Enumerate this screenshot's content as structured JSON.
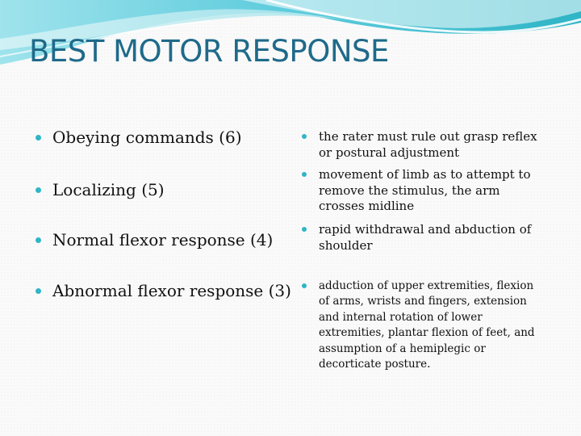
{
  "slide": {
    "title": "BEST MOTOR RESPONSE",
    "accent_color": "#2fb5c6",
    "title_color": "#1f6a8a",
    "left_items": [
      {
        "label": "Obeying commands (6)"
      },
      {
        "label": "Localizing (5)"
      },
      {
        "label": "Normal flexor response (4)"
      },
      {
        "label": "Abnormal flexor response (3)"
      }
    ],
    "right_items": [
      {
        "lines": [
          "the rater must rule out grasp reflex",
          "or postural adjustment"
        ]
      },
      {
        "lines": [
          "movement of limb as to attempt to",
          "remove the stimulus, the arm",
          "crosses midline"
        ]
      },
      {
        "lines": [
          "rapid withdrawal and abduction of",
          "shoulder"
        ]
      },
      {
        "lines": [
          "adduction of upper extremities, flexion",
          "of arms, wrists and fingers, extension",
          "and internal rotation of lower",
          "extremities, plantar flexion of feet, and",
          "assumption of a hemiplegic or",
          "decorticate posture."
        ]
      }
    ]
  }
}
